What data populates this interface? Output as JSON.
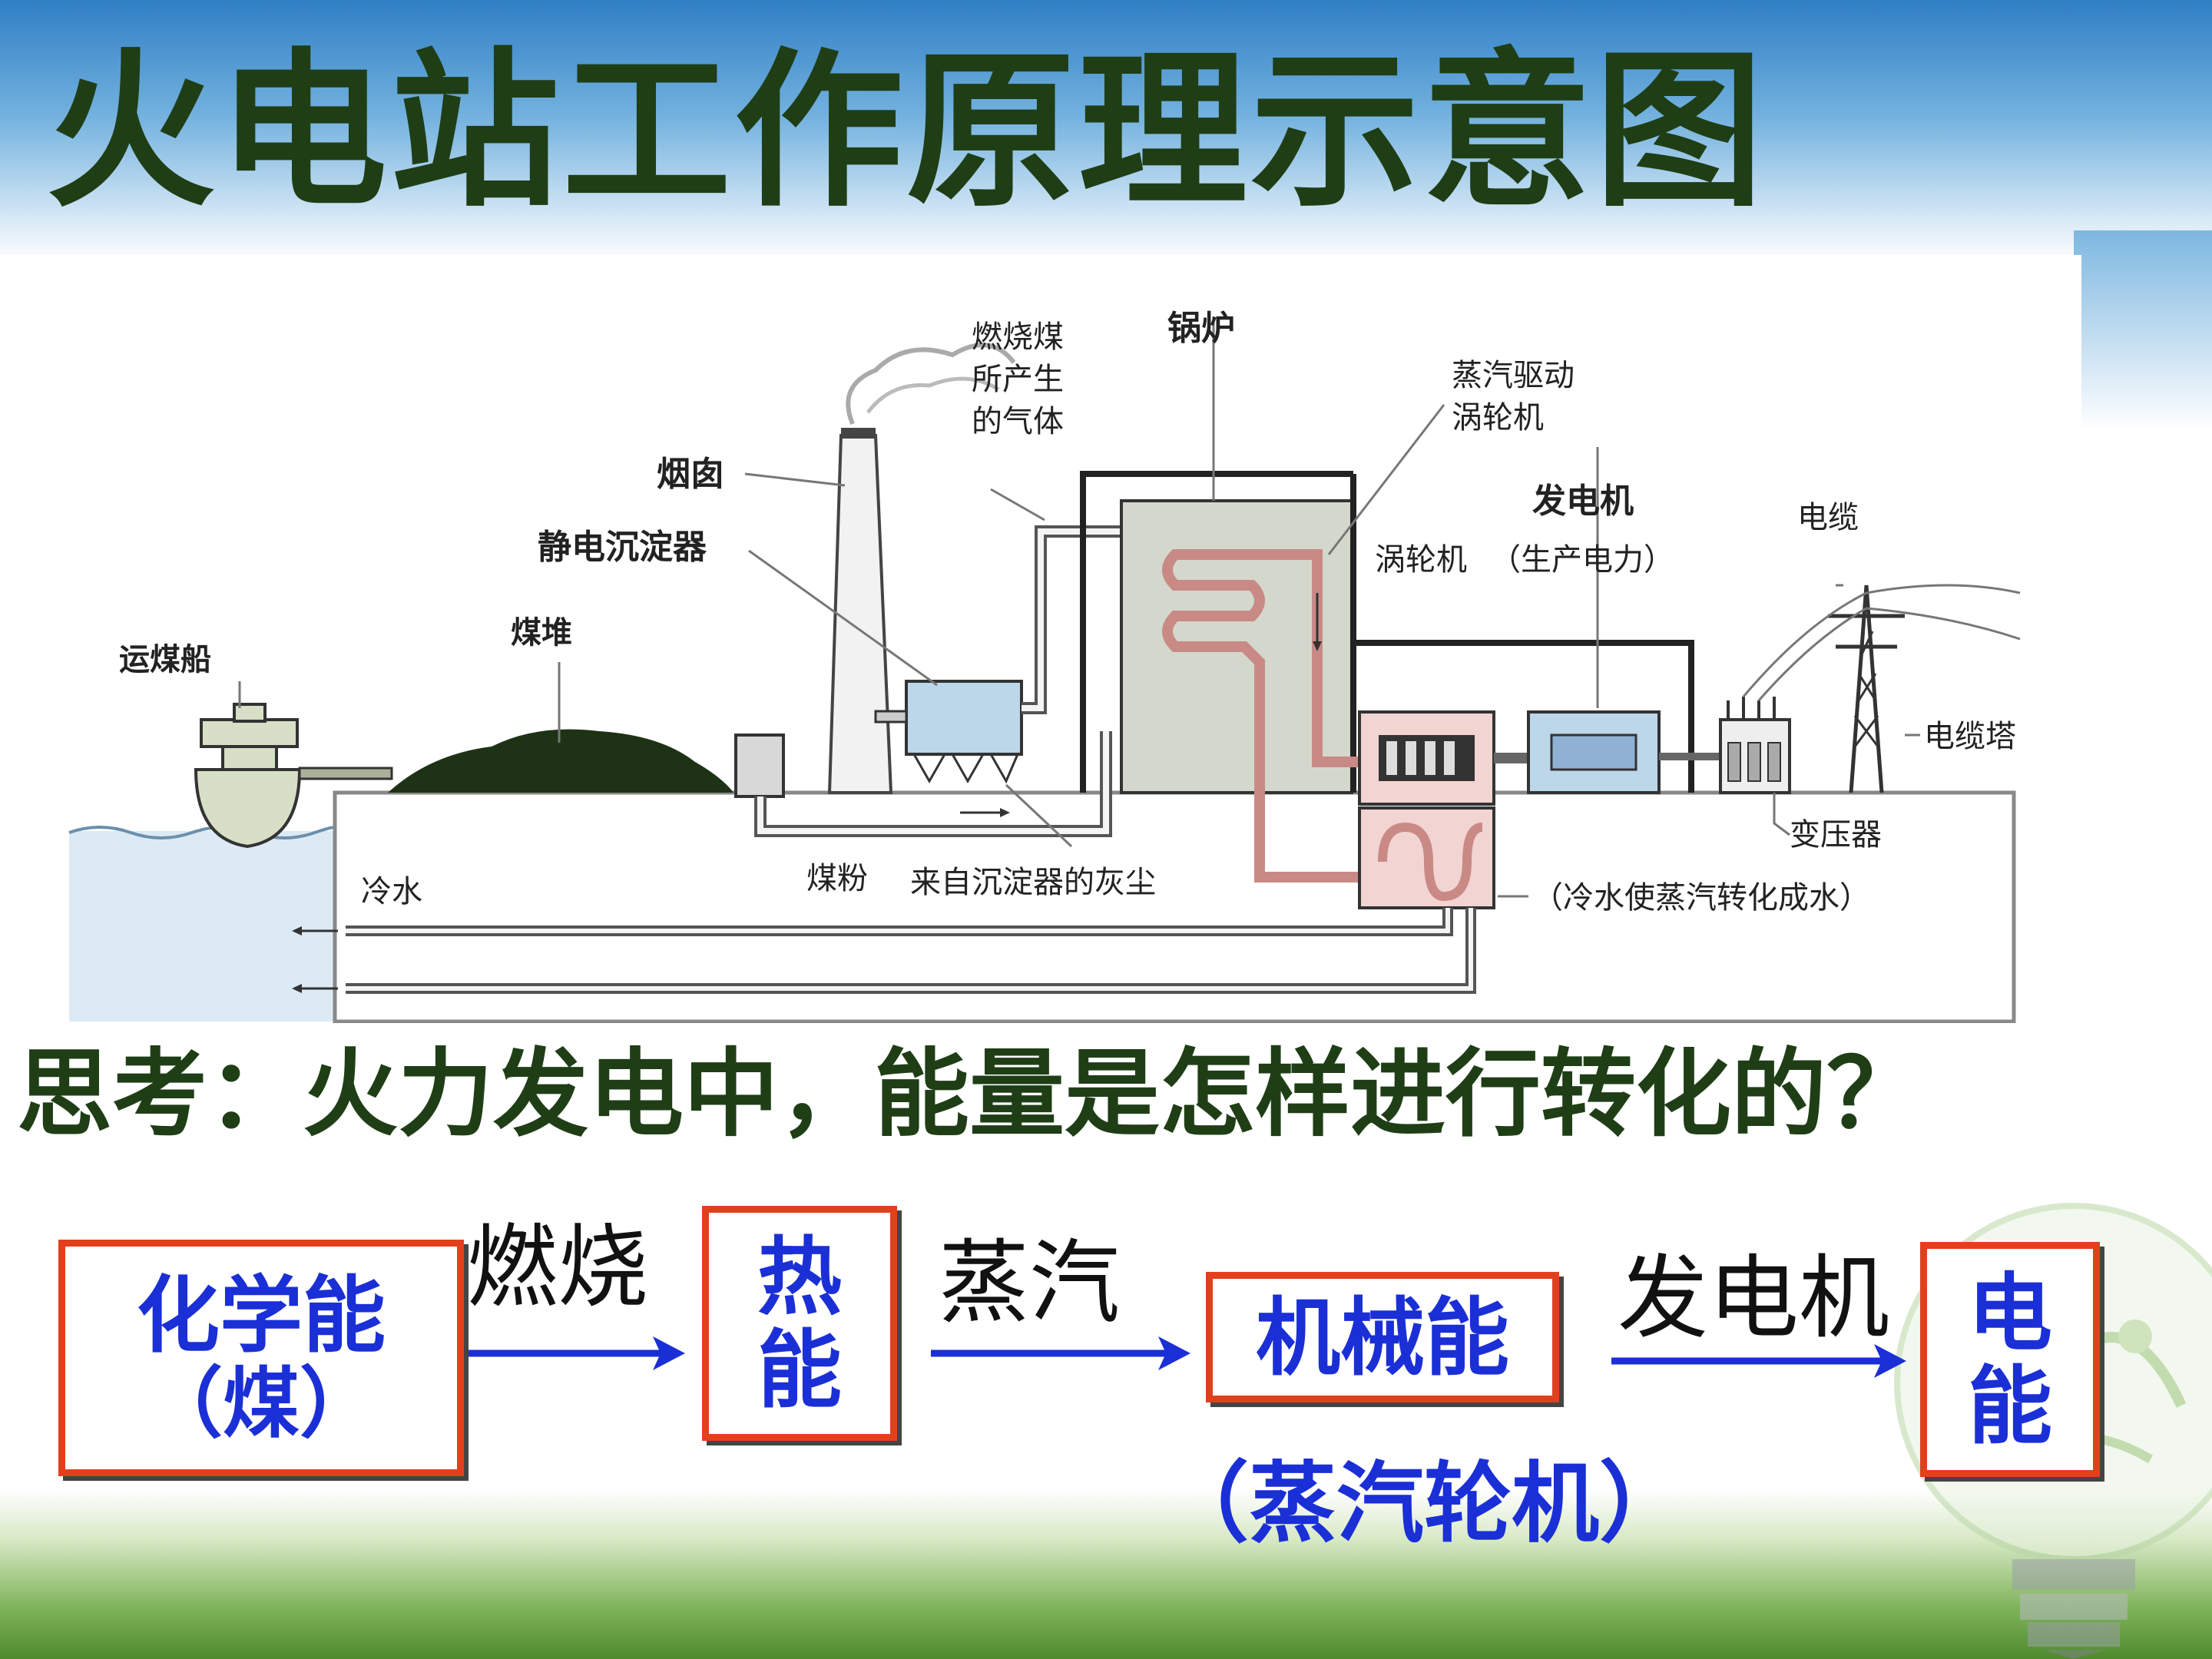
{
  "title": "火电站工作原理示意图",
  "diagram": {
    "labels": {
      "ship": "运煤船",
      "coal_pile": "煤堆",
      "chimney": "烟囱",
      "precipitator": "静电沉淀器",
      "gas_line1": "燃烧煤",
      "gas_line2": "所产生",
      "gas_line3": "的气体",
      "boiler": "锅炉",
      "steam_line1": "蒸汽驱动",
      "steam_line2": "涡轮机",
      "turbine": "涡轮机",
      "generator": "发电机",
      "generator_note": "（生产电力）",
      "cable": "电缆",
      "tower": "电缆塔",
      "transformer": "变压器",
      "cold_water": "冷水",
      "coal_powder": "煤粉",
      "ash": "来自沉淀器的灰尘",
      "condenser_note": "（冷水使蒸汽转化成水）"
    }
  },
  "question": "思考：火力发电中，能量是怎样进行转化的？",
  "flow": {
    "chemical": {
      "line1": "化学能",
      "line2": "（煤）"
    },
    "burn": "燃烧",
    "thermal": {
      "line1": "热",
      "line2": "能"
    },
    "steam": "蒸汽",
    "mechanical": "机械能",
    "turbine_note": "（蒸汽轮机）",
    "generator": "发电机",
    "electric": {
      "line1": "电",
      "line2": "能"
    }
  },
  "colors": {
    "title": "#1f3e16",
    "box_border": "#e2401c",
    "box_text": "#1b2fd6",
    "arrow": "#1b2fd6"
  },
  "icons": [
    "light-bulb-icon"
  ]
}
